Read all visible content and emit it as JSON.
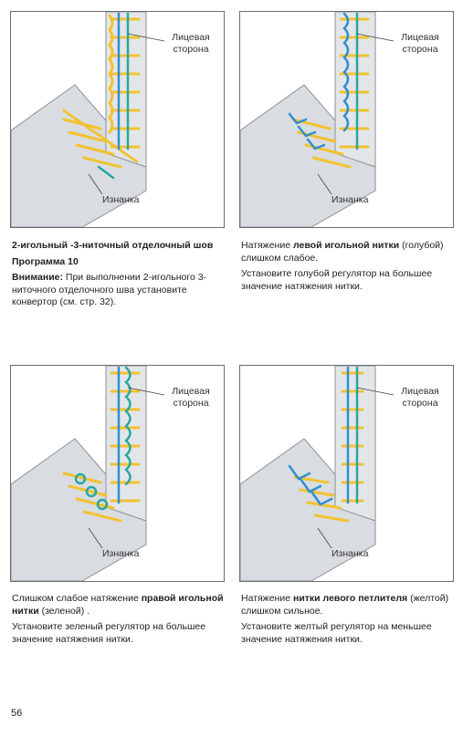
{
  "labels": {
    "face": [
      "Лицевая",
      "сторона"
    ],
    "back": "Изнанка"
  },
  "colors": {
    "yellow": "#f2c230",
    "blue": "#2f8fd0",
    "green": "#2aa6a0",
    "fabric": "#d9dde1",
    "fabric_edge": "#8a9096",
    "lead": "#444444"
  },
  "blocks": {
    "tl": {
      "title": "2-игольный -3-ниточный отделочный шов",
      "program": "Программа 10",
      "warn_label": "Внимание:",
      "warn_text": " При выполнении 2-игольного 3-ниточного отделочного шва установите конвертор (см. стр. 32)."
    },
    "tr": {
      "l1_pre": "Натяжение ",
      "l1_bold": "левой игольной нитки",
      "l1_post": " (голубой) слишком слабое.",
      "l2": "Установите голубой регулятор на большее значение  натяжения нитки."
    },
    "bl": {
      "l1_pre": "Слишком слабое натяжение ",
      "l1_bold": "правой игольной нитки",
      "l1_post": " (зеленой) .",
      "l2": "Установите зеленый регулятор на большее значение  натяжения нитки."
    },
    "br": {
      "l1_pre": "Натяжение ",
      "l1_bold": "нитки левого петлителя",
      "l1_post": " (желтой) слишком сильное.",
      "l2": "Установите желтый регулятор на меньшее значение  натяжения нитки."
    }
  },
  "page_number": "56"
}
